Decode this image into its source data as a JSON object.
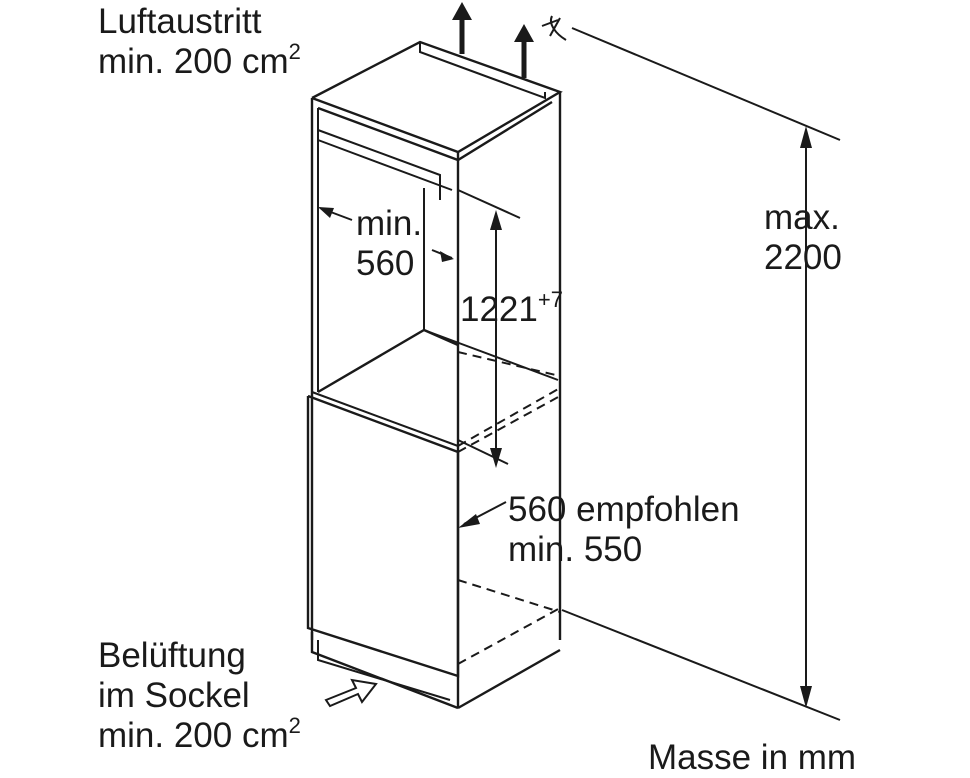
{
  "labels": {
    "air_outlet_line1": "Luftaustritt",
    "air_outlet_line2": "min. 200 cm",
    "air_outlet_sup": "2",
    "niche_width_line1": "min.",
    "niche_width_line2": "560",
    "niche_height": "1221",
    "niche_height_sup": "+7",
    "max_height_line1": "max.",
    "max_height_line2": "2200",
    "depth_line1": "560 empfohlen",
    "depth_line2": "min. 550",
    "base_vent_line1": "Belüftung",
    "base_vent_line2": "im Sockel",
    "base_vent_line3": "min. 200 cm",
    "base_vent_sup": "2",
    "units_note": "Masse in mm"
  },
  "icons": [
    "arrow-up-icon",
    "arrow-right-icon",
    "hatched-arrow-icon"
  ]
}
